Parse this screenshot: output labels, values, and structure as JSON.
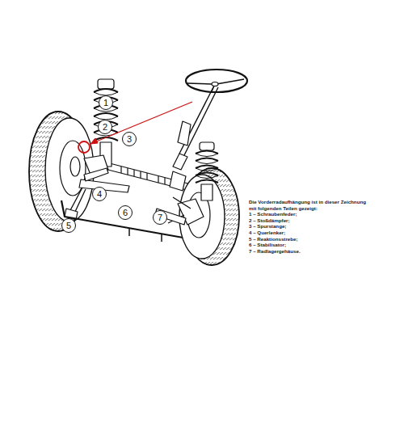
{
  "diagram": {
    "labels": [
      "1",
      "2",
      "3",
      "4",
      "5",
      "6",
      "7",
      "Die Vorderradaufhängung ist in dieser Zeichnung",
      "mit folgenden Teilen gezeigt:",
      "1 – Schraubenfeder;",
      "2 – Stoßdämpfer;",
      "3 – Spurstange;",
      "4 – Querlenker;",
      "5 – Reaktionsstrebe;",
      "6 – Stabilisator;",
      "7 – Radlagergehäuse."
    ]
  }
}
